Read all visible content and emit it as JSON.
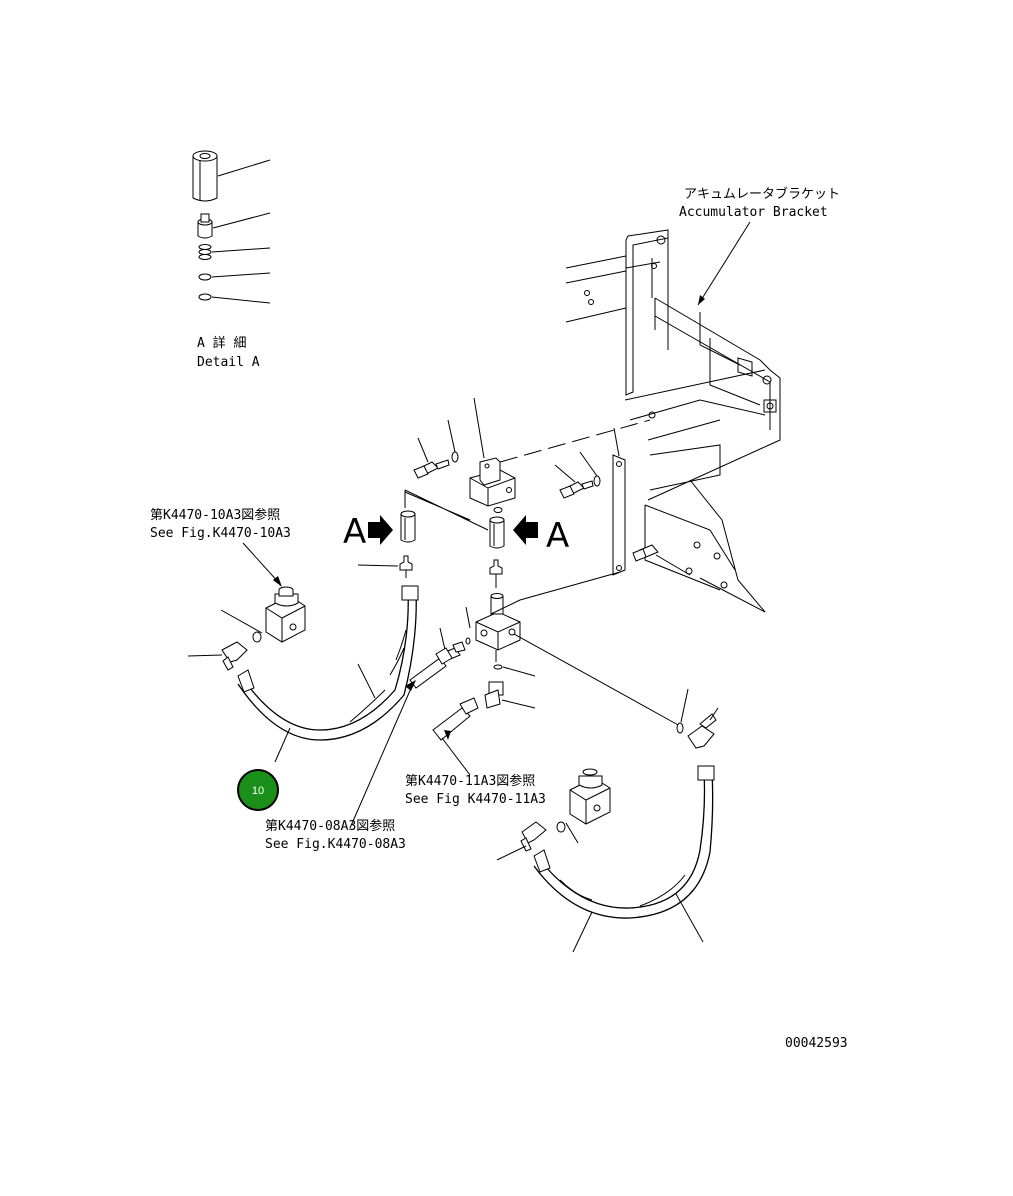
{
  "accumulator_bracket": {
    "jp": "アキュムレータブラケット",
    "en": "Accumulator Bracket"
  },
  "detail_a": {
    "jp": "A 詳 細",
    "en": "Detail A"
  },
  "view_arrows": {
    "left": "A",
    "right": "A"
  },
  "ref_10a3": {
    "jp": "第K4470-10A3図参照",
    "en": "See Fig.K4470-10A3"
  },
  "ref_11a3": {
    "jp": "第K4470-11A3図参照",
    "en": "See Fig K4470-11A3"
  },
  "ref_08a3": {
    "jp": "第K4470-08A3図参照",
    "en": "See Fig.K4470-08A3"
  },
  "callout": {
    "number": "10",
    "color": "#1a8f1a",
    "ring": "#000000"
  },
  "drawing_number": "00042593"
}
